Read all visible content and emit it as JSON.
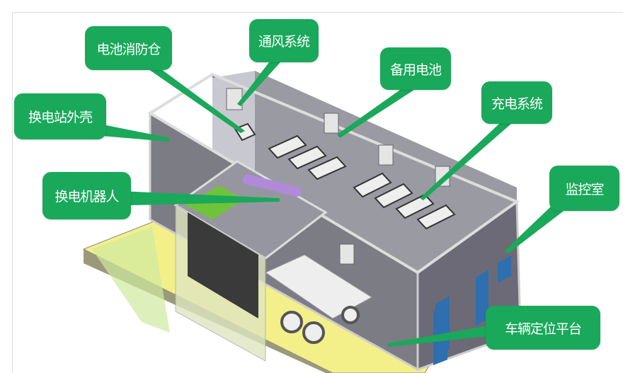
{
  "diagram": {
    "labels": {
      "fire_bay": "电池消防仓",
      "ventilation": "通风系统",
      "spare_battery": "备用电池",
      "shell": "换电站外壳",
      "charging": "充电系统",
      "robot": "换电机器人",
      "monitor_room": "监控室",
      "positioning": "车辆定位平台"
    },
    "colors": {
      "label_bg": "#1aa85a",
      "wall": "#8a8a90",
      "floor": "#f3f08a",
      "door": "#2e6fb0"
    }
  }
}
